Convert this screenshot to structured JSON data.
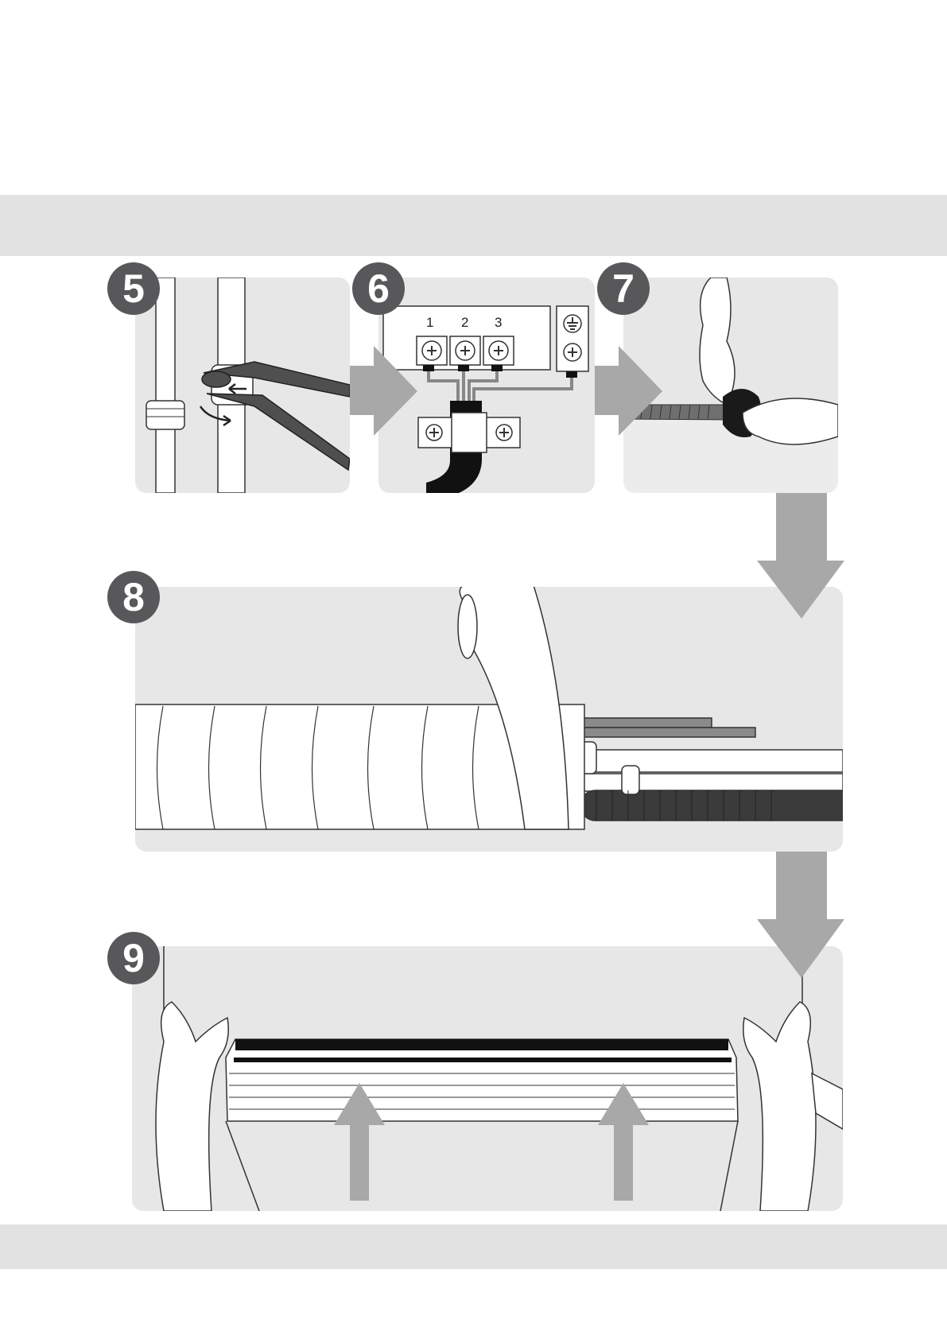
{
  "steps": [
    {
      "number": "5",
      "icon": "pipe-wrench-fitting-icon"
    },
    {
      "number": "6",
      "icon": "terminal-block-wiring-icon"
    },
    {
      "number": "7",
      "icon": "tape-wrap-hands-icon"
    },
    {
      "number": "8",
      "icon": "wrapped-pipe-bundle-icon"
    },
    {
      "number": "9",
      "icon": "hands-mount-unit-icon"
    }
  ],
  "terminal_block": {
    "labels": [
      "1",
      "2",
      "3"
    ],
    "ground_symbol": "ground-icon"
  },
  "colors": {
    "band": "#e2e2e2",
    "panel": "#e7e7e7",
    "badge": "#58585a",
    "arrow": "#a8a8a8"
  }
}
